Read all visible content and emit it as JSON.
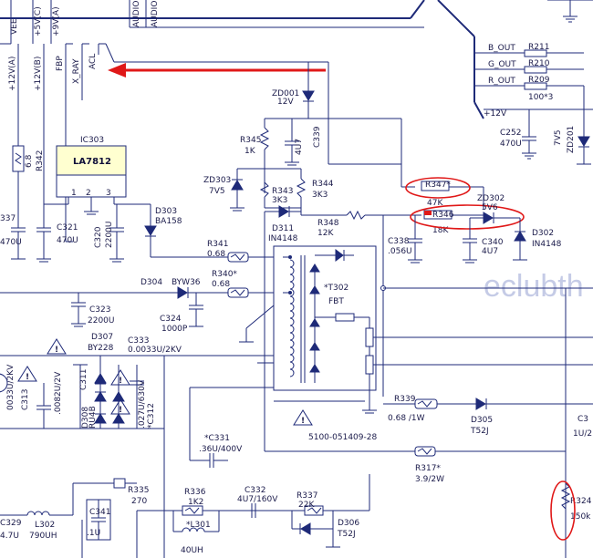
{
  "watermark": "eclubth",
  "top_bus": [
    "VEE",
    "+5V(C)",
    "+9V(A)",
    "AUDIO",
    "AUDIO"
  ],
  "left_bus": [
    "+12V(A)",
    "+12V(B)",
    "FBP",
    "X_RAY",
    "ACL"
  ],
  "outputs": [
    "B_OUT",
    "G_OUT",
    "R_OUT",
    "+12V"
  ],
  "ic": {
    "ref": "IC303",
    "part": "LA7812",
    "pins": [
      "1",
      "2",
      "3"
    ]
  },
  "components": {
    "R211": "R211",
    "R210": "R210",
    "R209": "R209",
    "r_arr": "100*3",
    "C252": "C252",
    "C252v": "470U",
    "ZD201": "ZD201",
    "ZD201v": "7V5",
    "ZD001": "ZD001",
    "ZD001v": "12V",
    "R345": "R345",
    "R345v": "1K",
    "C339": "C339",
    "C339v": "4U7",
    "ZD303": "ZD303",
    "ZD303v": "7V5",
    "R343": "R343",
    "R343v": "3K3",
    "R344": "R344",
    "R344v": "3K3",
    "R347": "R347*",
    "R347v": "47K",
    "R346": "R346",
    "R346v": "18K",
    "ZD302": "ZD302",
    "ZD302v": "5V6",
    "D311": "D311",
    "D311v": "IN4148",
    "R348": "R348",
    "R348v": "12K",
    "C338": "C338",
    "C338v": ".056U",
    "C340": "C340",
    "C340v": "4U7",
    "D302": "D302",
    "D302v": "IN4148",
    "R342": "R342",
    "R342v": "6.8",
    "C337": "337",
    "C337v": "470U",
    "C321": "C321",
    "C321v": "470U",
    "C320": "C320",
    "C320v": "2200U",
    "D303": "D303",
    "D303v": "BA158",
    "R341": "R341",
    "R341v": "0.68",
    "D304": "D304",
    "D304v": "BYW36",
    "R340": "R340*",
    "R340v": "0.68",
    "C323": "C323",
    "C323v": "2200U",
    "C324": "C324",
    "C324v": "1000P",
    "T302": "*T302",
    "FBT": "FBT",
    "D307": "D307",
    "D307v": "BY228",
    "C333": "C333",
    "C333v": "0.0033U/2KV",
    "C311": "C311",
    "C311v": ".0082U/2V",
    "C313": "C313",
    "C313v": "0033U/2KV",
    "D308": "D308",
    "D308v": "RU4B",
    "C312": "*C312",
    "C312v": ".027U/630V",
    "R339": "R339",
    "R339v": "0.68 /1W",
    "D305": "D305",
    "D305v": "T52J",
    "C3x": "C3",
    "C3xv": "1U/2",
    "fbt_part": "5100-051409-28",
    "C331": "*C331",
    "C331v": ".36U/400V",
    "R317": "R317*",
    "R317v": "3.9/2W",
    "R335": "R335",
    "R335v": "270",
    "R336": "R336",
    "R336v": "1K2",
    "C332": "C332",
    "C332v": "4U7/160V",
    "R337": "R337",
    "R337v": "22K",
    "L301": "*L301",
    "L301v": "40UH",
    "D306": "D306",
    "D306v": "T52J",
    "C341": "C341",
    "C341v": ".1U",
    "C329": "C329",
    "C329v": "4.7U",
    "L302": "L302",
    "L302v": "790UH",
    "R324": "R324",
    "R324v": "150k"
  }
}
